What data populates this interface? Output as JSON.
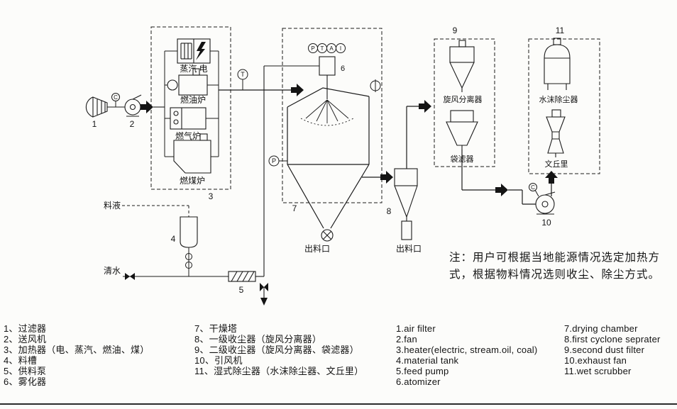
{
  "diagram": {
    "component_labels": {
      "steam_electric": "蒸汽 电",
      "oil_furnace": "燃油炉",
      "gas_furnace": "燃气炉",
      "coal_furnace": "燃煤炉",
      "feed_liquid": "料液",
      "clean_water": "清水",
      "tower_discharge": "出料口",
      "cyclone_discharge": "出料口",
      "cyclone_separator": "旋风分离器",
      "bag_filter": "袋滤器",
      "water_film_collector": "水沫除尘器",
      "venturi": "文丘里"
    },
    "instruments": {
      "atomizer_p": "P",
      "atomizer_t": "T",
      "atomizer_a": "A",
      "atomizer_i": "I",
      "temperature_gauge": "T",
      "pressure_gauge": "P",
      "fan_motor_left": "C",
      "fan_motor_right": "C"
    },
    "numbers": {
      "filter": "1",
      "fan": "2",
      "heater": "3",
      "tank": "4",
      "pump": "5",
      "atomizer": "6",
      "tower": "7",
      "cyclone": "8",
      "second_filter": "9",
      "exhaust_fan": "10",
      "wet_scrubber": "11"
    },
    "note": {
      "line1": "注：用户可根据当地能源情况选定加热方",
      "line2": "式，根据物料情况选则收尘、除尘方式。"
    }
  },
  "legend": {
    "cn_left": [
      "1、过滤器",
      "2、送风机",
      "3、加热器（电、蒸汽、燃油、煤）",
      "4、料槽",
      "5、供料泵",
      "6、雾化器"
    ],
    "cn_right": [
      "7、干燥塔",
      "8、一级收尘器（旋风分离器）",
      "9、二级收尘器（旋风分离器、袋滤器）",
      "10、引风机",
      "11、湿式除尘器（水沫除尘器、文丘里）"
    ],
    "en_left": [
      "1.air filter",
      "2.fan",
      "3.heater(electric, stream.oil, coal)",
      "4.material tank",
      "5.feed pump",
      "6.atomizer"
    ],
    "en_right": [
      "7.drying chamber",
      "8.first cyclone seprater",
      "9.second dust filter",
      "10.exhaust fan",
      "11.wet scrubber"
    ]
  }
}
